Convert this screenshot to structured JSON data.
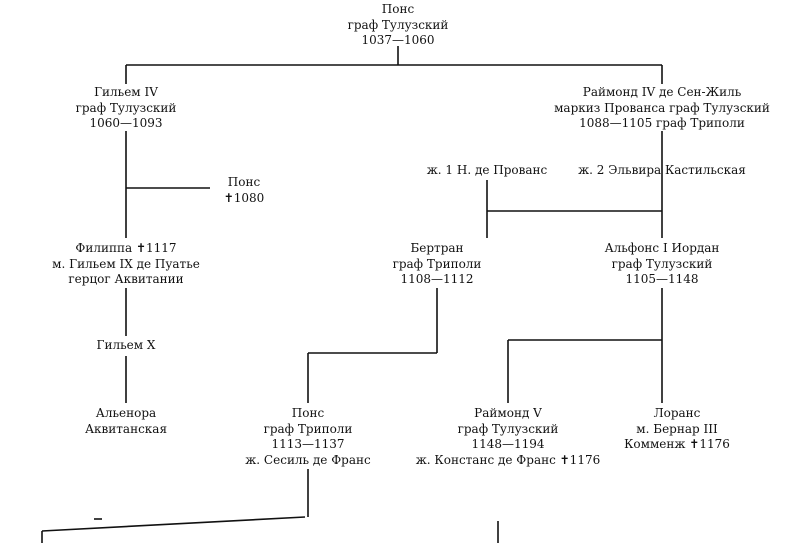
{
  "tree": {
    "pons1": [
      "Понс",
      "граф Тулузский",
      "1037—1060"
    ],
    "guilhem4": [
      "Гильем IV",
      "граф Тулузский",
      "1060—1093"
    ],
    "raymond4": [
      "Раймонд IV де Сен-Жиль",
      "маркиз Прованса граф Тулузский",
      "1088—1105 граф Триполи"
    ],
    "pons_1080": [
      "Понс",
      "✝1080"
    ],
    "wife1": [
      "ж. 1 Н. де Прованс"
    ],
    "wife2": [
      "ж. 2 Эльвира Кастильская"
    ],
    "philippa": [
      "Филиппа ✝1117",
      "м. Гильем IX де Пуатье",
      "герцог Аквитании"
    ],
    "bertran": [
      "Бертран",
      "граф Триполи",
      "1108—1112"
    ],
    "alfons": [
      "Альфонс I Иордан",
      "граф Тулузский",
      "1105—1148"
    ],
    "guilhem10": [
      "Гильем X"
    ],
    "alienor": [
      "Альенора",
      "Аквитанская"
    ],
    "pons2": [
      "Понс",
      "граф Триполи",
      "1113—1137",
      "ж. Сесиль де Франс"
    ],
    "raymond5": [
      "Раймонд V",
      "граф Тулузский",
      "1148—1194",
      "ж. Констанс де Франс ✝1176"
    ],
    "lorans": [
      "Лоранс",
      "м. Бернар III",
      "Комменж ✝1176"
    ]
  }
}
